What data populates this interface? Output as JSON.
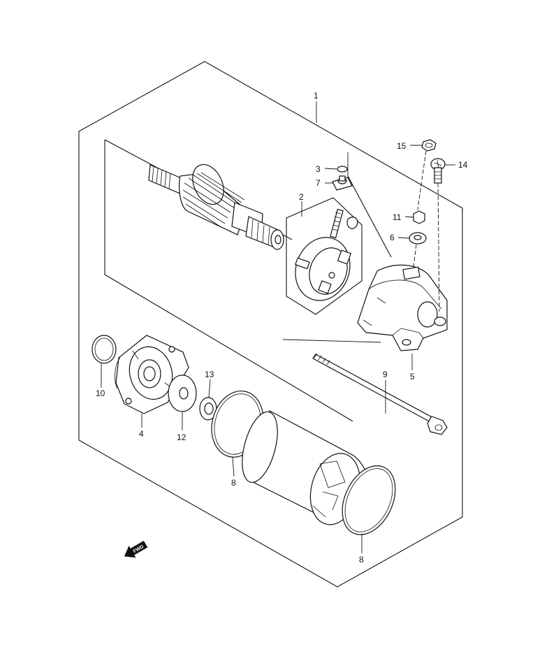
{
  "callouts": {
    "c1": "1",
    "c2": "2",
    "c3": "3",
    "c4": "4",
    "c5": "5",
    "c6": "6",
    "c7": "7",
    "c8a": "8",
    "c8b": "8",
    "c9": "9",
    "c10": "10",
    "c11": "11",
    "c12": "12",
    "c13": "13",
    "c14": "14",
    "c15": "15"
  },
  "fwd_label": "FWD",
  "icons": {
    "fwd_arrow": "fwd-arrow-icon"
  }
}
